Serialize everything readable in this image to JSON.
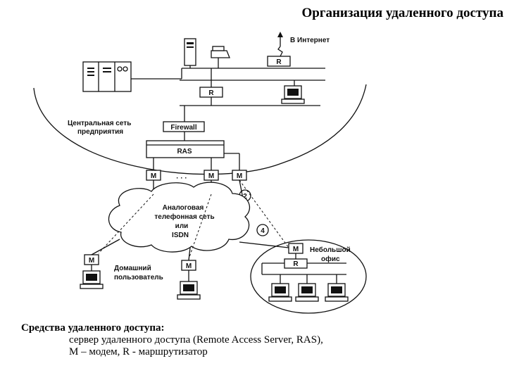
{
  "title": "Организация удаленного доступа",
  "labels": {
    "internet": "В Интернет",
    "router": "R",
    "central_net_line1": "Центральная сеть",
    "central_net_line2": "предприятия",
    "firewall": "Firewall",
    "ras": "RAS",
    "modem": "M",
    "ellipsis": "· · ·",
    "cloud_line1": "Аналоговая",
    "cloud_line2": "телефонная  сеть",
    "cloud_line3": "или",
    "cloud_line4": "ISDN",
    "num2": "2",
    "num4": "4",
    "home_user_line1": "Домашний",
    "home_user_line2": "пользователь",
    "small_office_line1": "Небольшой",
    "small_office_line2": "офис"
  },
  "caption": {
    "line1": "Средства удаленного доступа:",
    "line2": "сервер удаленного доступа (Remote Access Server, RAS),",
    "line3": "М – модем,   R - маршрутизатор"
  }
}
